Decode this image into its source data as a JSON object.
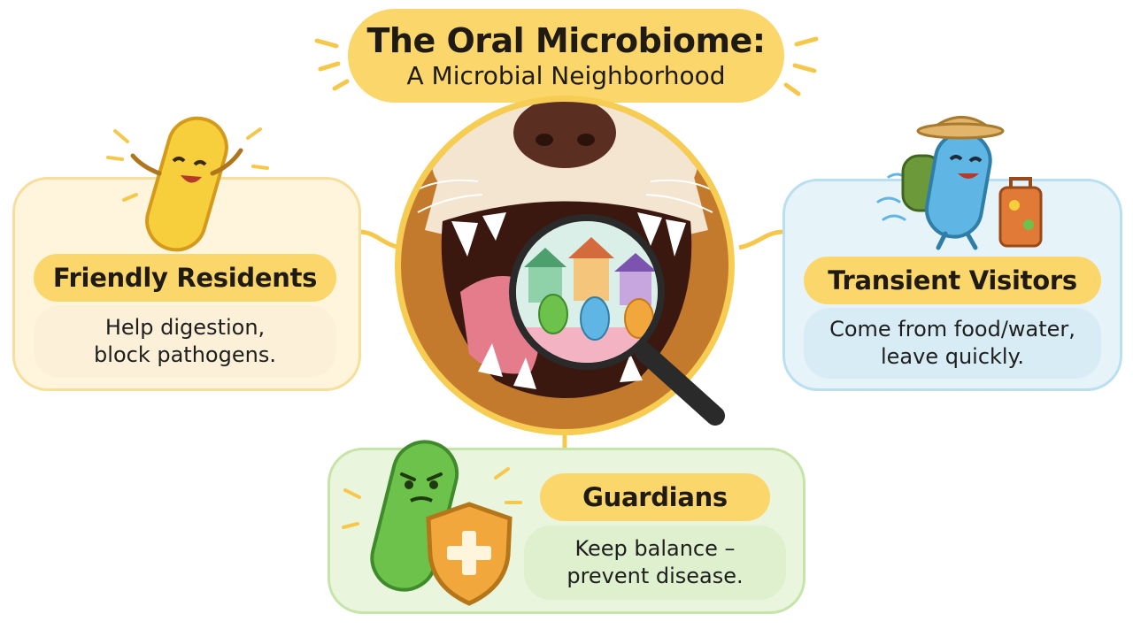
{
  "title": {
    "line1": "The Oral Microbiome:",
    "line2": "A Microbial Neighborhood"
  },
  "cards": {
    "friendly": {
      "label": "Friendly Residents",
      "line1": "Help digestion,",
      "line2": "block pathogens."
    },
    "transient": {
      "label": "Transient Visitors",
      "line1": "Come from food/water,",
      "line2": "leave quickly."
    },
    "guardians": {
      "label": "Guardians",
      "line1": "Keep balance –",
      "line2": "prevent disease."
    }
  },
  "colors": {
    "accent_yellow": "#fbd66b",
    "friendly_bg": "#fff4dc",
    "transient_bg": "#e6f3f9",
    "guardians_bg": "#eaf5de",
    "dog_brown": "#c47a2c"
  },
  "icons": [
    "yellow-bacterium-icon",
    "blue-traveler-bacterium-icon",
    "green-guardian-bacterium-icon",
    "shield-icon",
    "magnifying-glass-icon",
    "dog-mouth-illustration"
  ]
}
